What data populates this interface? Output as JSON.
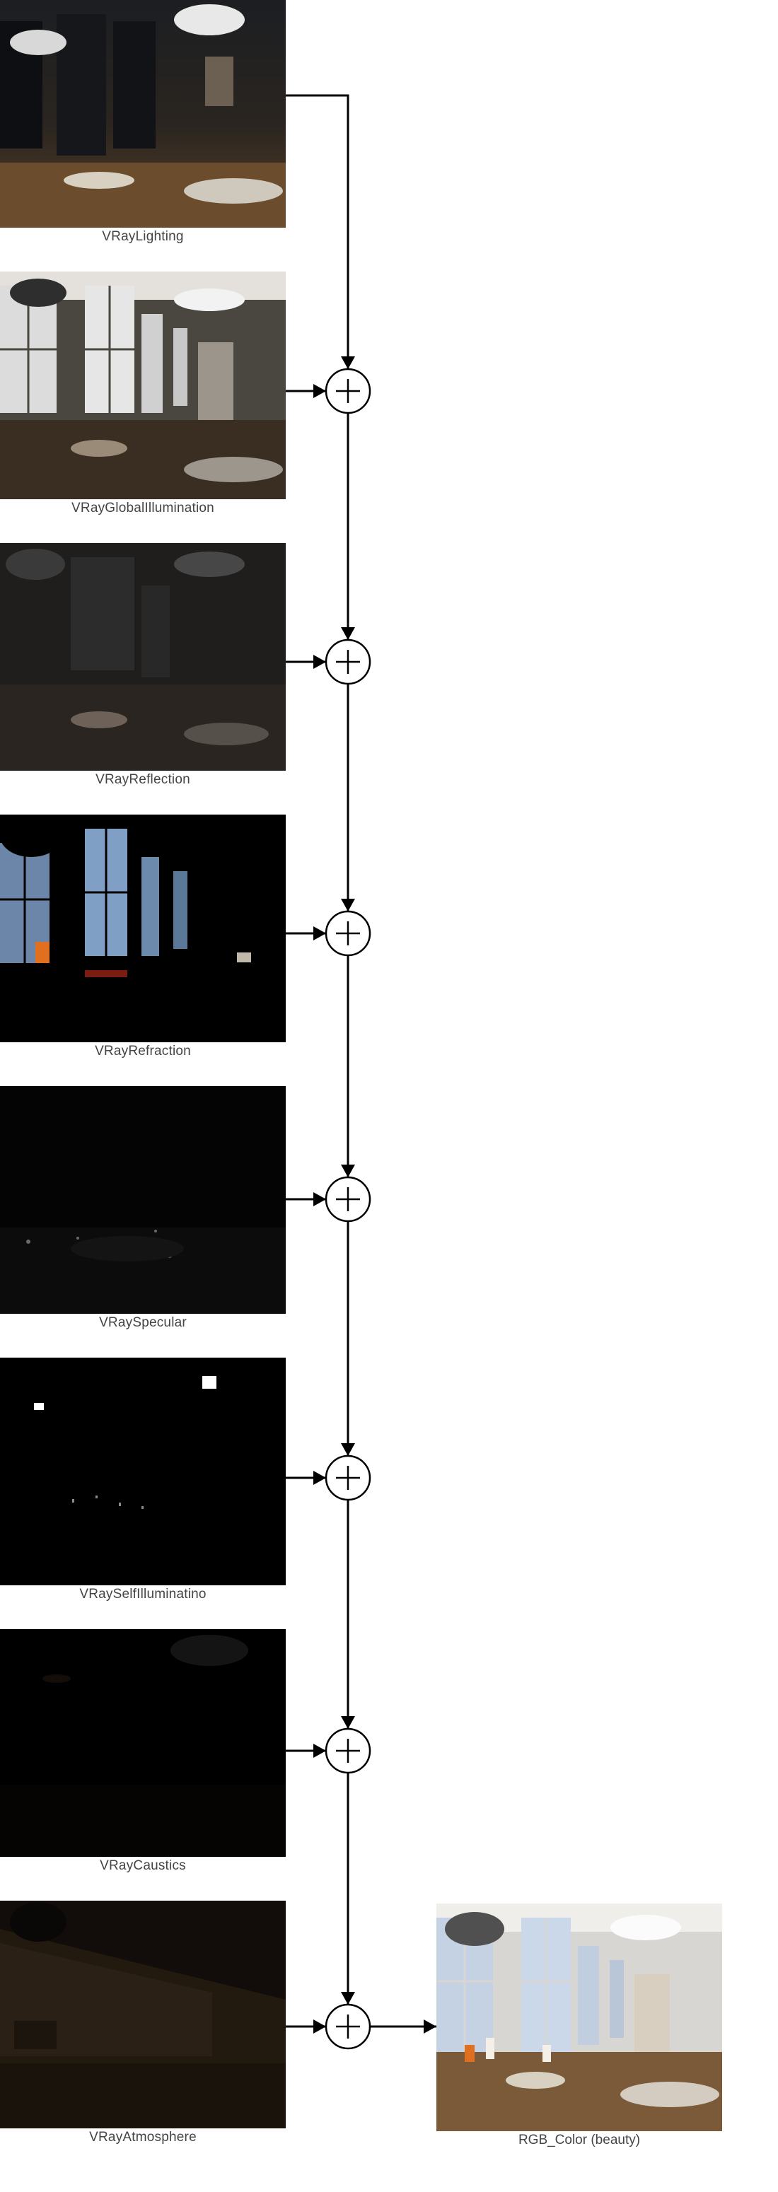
{
  "passes": [
    {
      "label": "VRayLighting",
      "tone": "lighting"
    },
    {
      "label": "VRayGlobalIllumination",
      "tone": "gi"
    },
    {
      "label": "VRayReflection",
      "tone": "reflection"
    },
    {
      "label": "VRayRefraction",
      "tone": "refraction"
    },
    {
      "label": "VRaySpecular",
      "tone": "specular"
    },
    {
      "label": "VRaySelfIlluminatino",
      "tone": "selfillum"
    },
    {
      "label": "VRayCaustics",
      "tone": "caustics"
    },
    {
      "label": "VRayAtmosphere",
      "tone": "atmosphere"
    }
  ],
  "result": {
    "label": "RGB_Color (beauty)"
  },
  "operator_icon": "plus-circle-icon",
  "colors": {
    "line": "#000000",
    "label": "#444444",
    "background": "#ffffff"
  }
}
